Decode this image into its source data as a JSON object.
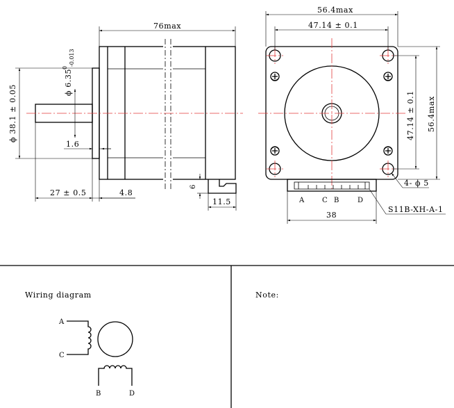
{
  "drawing": {
    "side_view": {
      "overall_length": "76max",
      "flange_diameter": "ϕ 38.1 ± 0.05",
      "shaft_diameter": "ϕ 6.35",
      "shaft_tol_upper": "0",
      "shaft_tol_lower": "-0.013",
      "boss_height": "1.6",
      "shaft_length": "27 ± 0.5",
      "flange_length": "4.8",
      "connector_height": "6",
      "connector_length": "11.5"
    },
    "front_view": {
      "frame_width": "56.4max",
      "hole_pitch_h": "47.14 ± 0.1",
      "hole_pitch_v": "47.14 ± 0.1",
      "frame_height": "56.4max",
      "hole_callout": "4- ϕ 5",
      "connector_model": "S11B-XH-A-1",
      "connector_pitch": "38",
      "pins": [
        "A",
        "C",
        "B",
        "D"
      ]
    }
  },
  "wiring": {
    "title": "Wiring diagram",
    "labels": {
      "a": "A",
      "c": "C",
      "b": "B",
      "d": "D"
    }
  },
  "note": {
    "label": "Note:"
  }
}
